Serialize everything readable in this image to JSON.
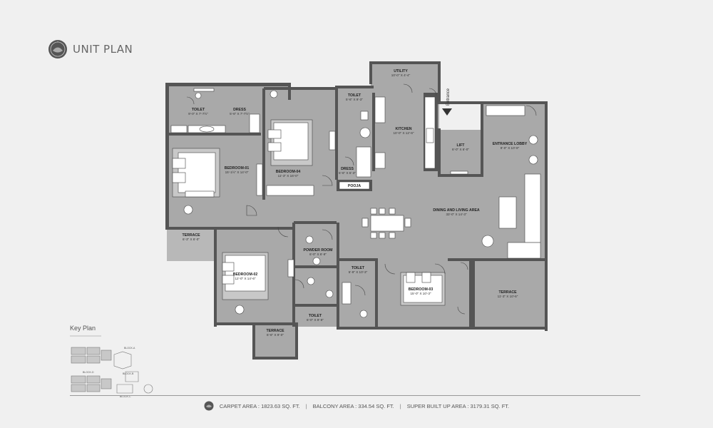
{
  "header": {
    "title": "UNIT PLAN"
  },
  "rooms": {
    "toilet1": {
      "name": "TOILET",
      "dim": "9'-0\" X 7'-7½\""
    },
    "dress1": {
      "name": "DRESS",
      "dim": "5'-6\" X 7'-7½\""
    },
    "bedroom1": {
      "name": "BEDROOM-01",
      "dim": "15'-1½\" X 14'-0\""
    },
    "bedroom4": {
      "name": "BEDROOM-04",
      "dim": "11'-3\" X 16'-0\""
    },
    "toilet2": {
      "name": "TOILET",
      "dim": "5'-6\" X 9'-3\""
    },
    "dress2": {
      "name": "DRESS",
      "dim": "5'-6\" X 5'-3\""
    },
    "pooja": {
      "name": "POOJA"
    },
    "utility": {
      "name": "UTILITY",
      "dim": "10'-0\" X 4'-4\""
    },
    "kitchen": {
      "name": "KITCHEN",
      "dim": "10'-0\" X 12'-6\""
    },
    "lift": {
      "name": "LIFT",
      "dim": "6'-0\" X 6'-0\""
    },
    "lobby": {
      "name": "ENTRANCE LOBBY",
      "dim": "9'-0\" X 10'-9\""
    },
    "dining": {
      "name": "DINING AND LIVING AREA",
      "dim": "33'-0\" X 14'-3\""
    },
    "terrace1": {
      "name": "TERRACE",
      "dim": "6'-3\" X 6'-0\""
    },
    "powder": {
      "name": "POWDER ROOM",
      "dim": "6'-0\" X 6'-9\""
    },
    "bedroom2": {
      "name": "BEDROOM-02",
      "dim": "12'-0\" X 14'-6\""
    },
    "toilet3": {
      "name": "TOILET",
      "dim": "5'-9\" X 10'-3\""
    },
    "bedroom3": {
      "name": "BEDROOM-03",
      "dim": "15'-0\" X 10'-3\""
    },
    "terrace2": {
      "name": "TERRACE",
      "dim": "11'-3\" X 10'-6\""
    },
    "toilet4": {
      "name": "TOILET",
      "dim": "6'-0\" X 9'-9\""
    },
    "terrace3": {
      "name": "TERRACE",
      "dim": "6'-6\" X 9'-0\""
    }
  },
  "entrance": "Entrance",
  "keyplan": {
    "title": "Key Plan",
    "labels": [
      "BLOCK-A",
      "BLOCK-B",
      "BLOCK-C",
      "BLOCK-D"
    ]
  },
  "footer": {
    "carpet": "CARPET AREA : 1823.63 SQ. FT.",
    "balcony": "BALCONY AREA : 334.54 SQ. FT.",
    "superbuilt": "SUPER BUILT UP AREA : 3179.31 SQ. FT.",
    "separator": "|"
  },
  "colors": {
    "background": "#f0f0f0",
    "floor": "#a9a9a9",
    "wall": "#555555",
    "fixture": "#ffffff"
  }
}
